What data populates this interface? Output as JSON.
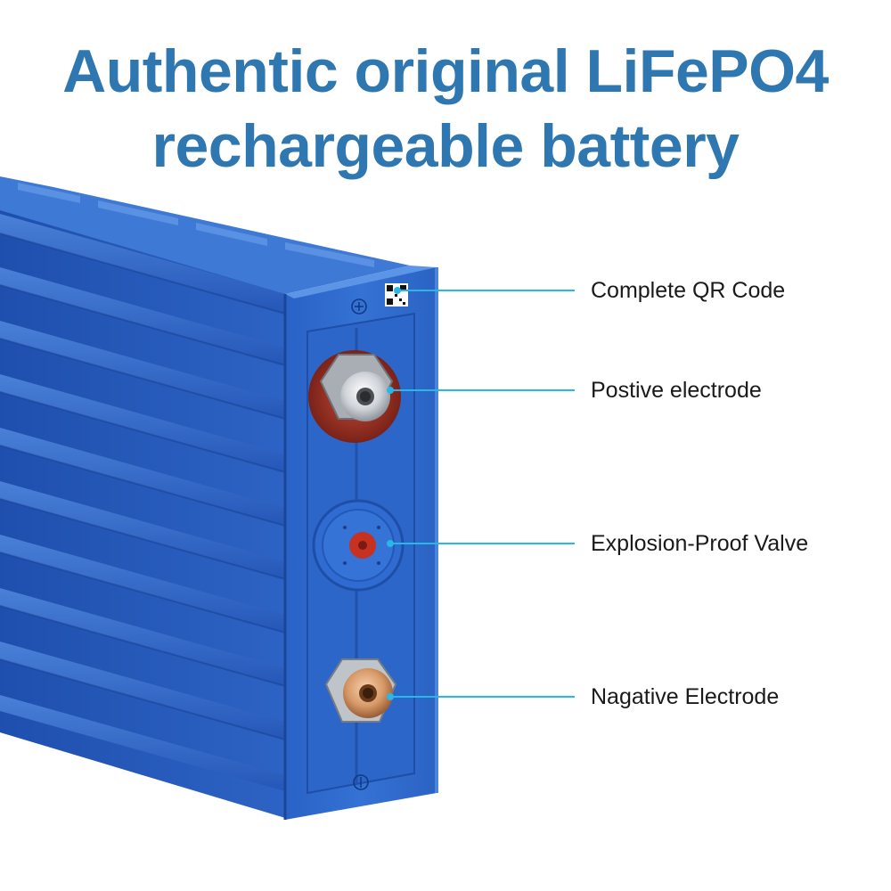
{
  "headline": {
    "line1": "Authentic original LiFePO4",
    "line2": "rechargeable battery"
  },
  "callouts": [
    {
      "label": "Complete QR Code"
    },
    {
      "label": "Postive electrode"
    },
    {
      "label": "Explosion-Proof Valve"
    },
    {
      "label": "Nagative Electrode"
    }
  ],
  "colors": {
    "headline": "#2f77b0",
    "battery_body": "#2a5fc0",
    "callout_line": "#29b6e8",
    "label_text": "#1a1a1a"
  },
  "icons": {
    "positive_mark": "plus-in-circle",
    "negative_mark": "minus-in-circle"
  }
}
